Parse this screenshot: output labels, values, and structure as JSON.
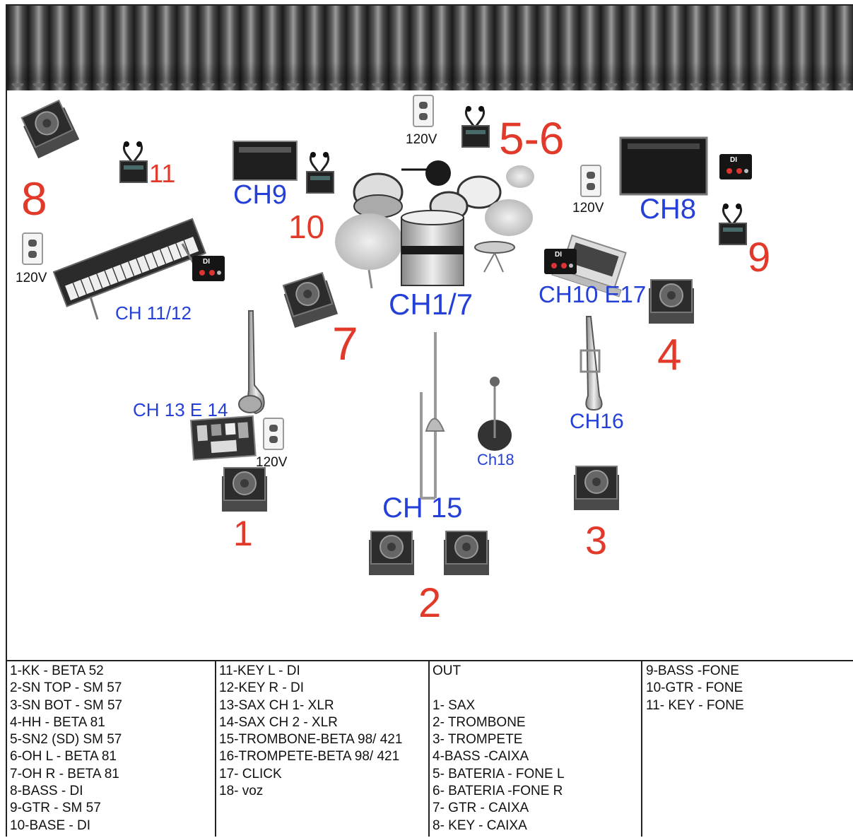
{
  "stage_labels": {
    "monitor_8": "8",
    "monitor_11": "11",
    "monitor_10": "10",
    "monitor_5_6": "5-6",
    "monitor_9": "9",
    "monitor_7": "7",
    "monitor_4": "4",
    "monitor_1": "1",
    "monitor_2": "2",
    "monitor_3": "3",
    "ch9": "CH9",
    "ch8": "CH8",
    "ch11_12": "CH 11/12",
    "ch1_7": "CH1/7",
    "ch10_17": "CH10 E17",
    "ch13_14": "CH 13 E 14",
    "ch16": "CH16",
    "ch18": "Ch18",
    "ch15": "CH 15",
    "outlet_top": "120V",
    "outlet_right": "120V",
    "outlet_left": "120V",
    "outlet_sax": "120V",
    "di_badge": "DI"
  },
  "colors": {
    "monitor_numbers": "#e23a2a",
    "channel_labels": "#2540d6"
  },
  "legend": {
    "col1": [
      "1-KK - BETA 52",
      "2-SN TOP - SM 57",
      "3-SN BOT - SM 57",
      "4-HH - BETA 81",
      "5-SN2 (SD) SM 57",
      "6-OH L - BETA 81",
      "7-OH R - BETA 81",
      "8-BASS - DI",
      "9-GTR - SM 57",
      "10-BASE - DI"
    ],
    "col2": [
      "11-KEY L - DI",
      "12-KEY R - DI",
      "13-SAX CH 1- XLR",
      "14-SAX CH 2 - XLR",
      "15-TROMBONE-BETA 98/ 421",
      "16-TROMPETE-BETA 98/  421",
      "17- CLICK",
      "18- voz"
    ],
    "col3_header": "OUT",
    "col3": [
      "1- SAX",
      "2- TROMBONE",
      "3- TROMPETE",
      "4-BASS -CAIXA",
      "5- BATERIA - FONE L",
      "6- BATERIA -FONE R",
      "7- GTR - CAIXA",
      "8- KEY - CAIXA"
    ],
    "col4": [
      "9-BASS -FONE",
      "10-GTR  - FONE",
      "11- KEY - FONE"
    ]
  }
}
